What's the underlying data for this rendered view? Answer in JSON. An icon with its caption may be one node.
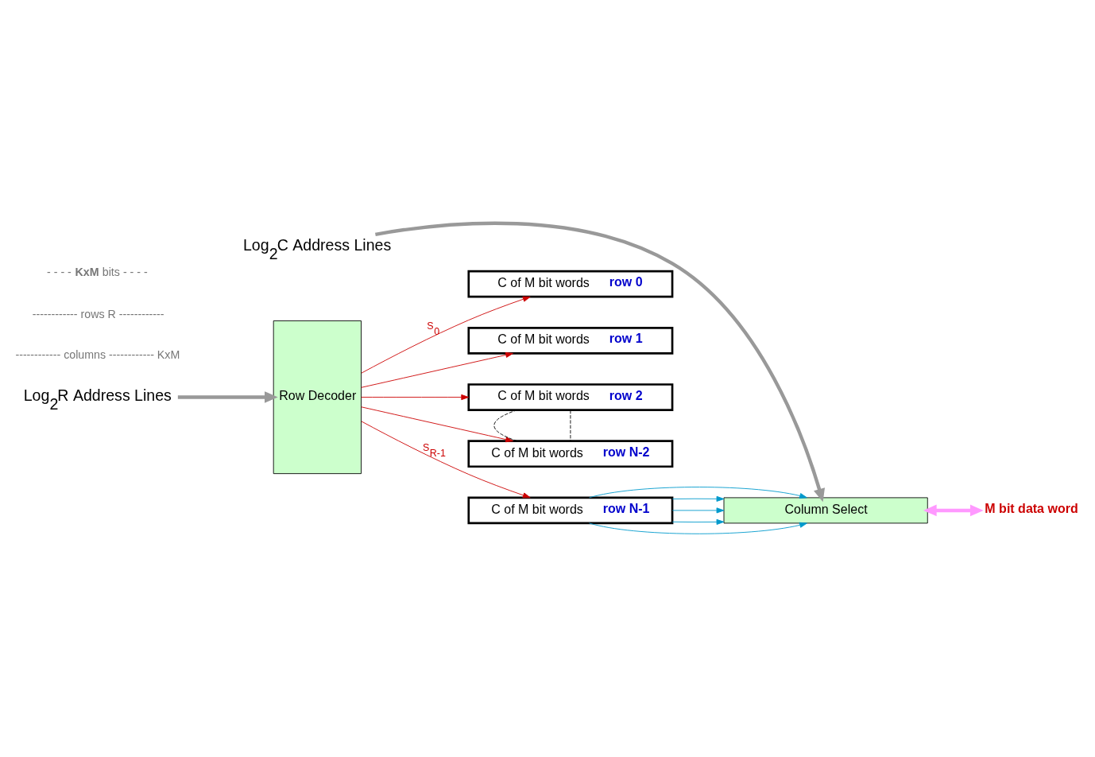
{
  "diagram": {
    "nodes": [
      {
        "text": [
          "Row Decoder"
        ]
      },
      {
        "text": [
          "Log$_{2}$R Address Lines"
        ]
      },
      {
        "text": [
          "C of M bit words",
          "row 0"
        ]
      },
      {
        "text": [
          "C of M bit words",
          "row 1"
        ]
      },
      {
        "text": [
          "C of M bit words",
          "row 2"
        ]
      },
      {
        "text": [
          "C of M bit words",
          "row N-2"
        ]
      },
      {
        "text": [
          "C of M bit words",
          "row N-1"
        ]
      },
      {
        "text": [
          "Column Select"
        ]
      },
      {
        "text": [
          "Log$_{2}$C Address Lines"
        ]
      },
      {
        "text": [
          "M bit data word"
        ]
      }
    ],
    "edges": [
      {
        "from": 1,
        "to": 0,
        "arrow": "to",
        "style": "thick",
        "color": "#999999"
      },
      {
        "from": 0,
        "to": 2,
        "arrow": "to",
        "label": "S$_{0}$",
        "color": "#cc0000"
      },
      {
        "from": 0,
        "to": 3,
        "arrow": "to",
        "color": "#cc0000"
      },
      {
        "from": 0,
        "to": 4,
        "arrow": "to",
        "color": "#cc0000"
      },
      {
        "from": 0,
        "to": 5,
        "arrow": "to",
        "color": "#cc0000"
      },
      {
        "from": 0,
        "to": 6,
        "arrow": "to",
        "label": "S$_{R-1}$",
        "color": "#cc0000"
      },
      {
        "from": 4,
        "to": 5,
        "arrow": "none",
        "style": "dashed",
        "color": "#000000"
      },
      {
        "from": 4,
        "to": 5,
        "arrow": "none",
        "style": "dashed",
        "color": "#000000"
      },
      {
        "from": 6,
        "to": 7,
        "arrow": "to",
        "color": "#0099cc"
      },
      {
        "from": 6,
        "to": 7,
        "arrow": "to",
        "color": "#0099cc"
      },
      {
        "from": 6,
        "to": 7,
        "arrow": "to",
        "color": "#0099cc"
      },
      {
        "from": 6,
        "to": 7,
        "arrow": "to",
        "color": "#0099cc"
      },
      {
        "from": 6,
        "to": 7,
        "arrow": "to",
        "color": "#0099cc"
      },
      {
        "from": 8,
        "to": 7,
        "arrow": "to",
        "style": "thick",
        "color": "#999999"
      },
      {
        "from": 7,
        "to": 9,
        "arrow": "both",
        "style": "thick",
        "color": "#ff99ff"
      }
    ],
    "labels": [
      "------------ columns ------------ KxM",
      "------------ rows R ------------",
      "- - - - **KxM** bits - - - -"
    ]
  }
}
